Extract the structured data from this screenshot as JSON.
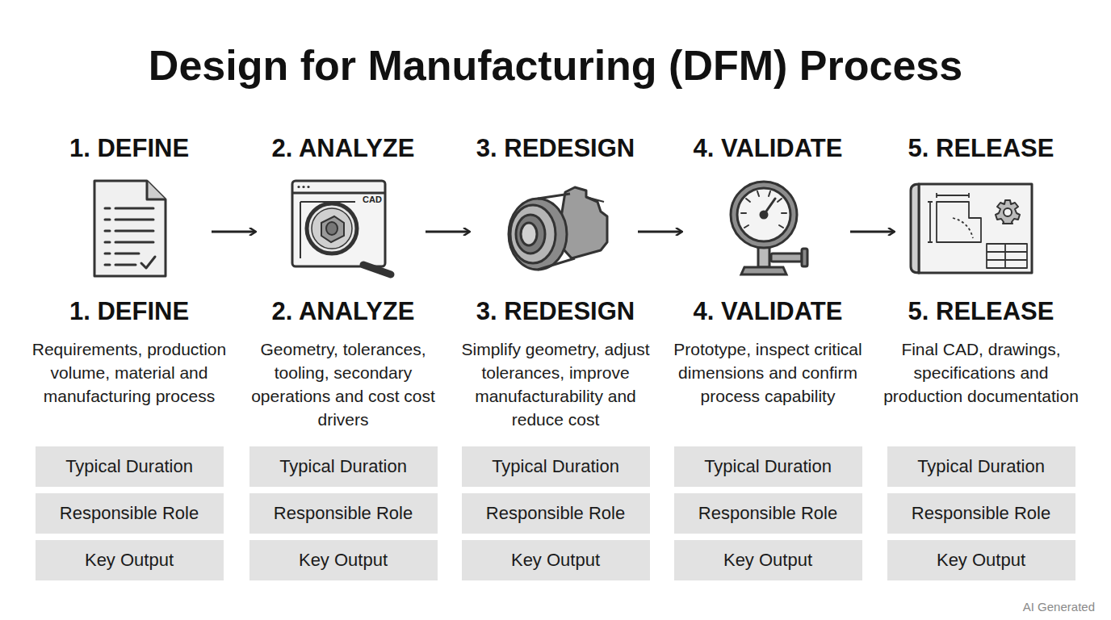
{
  "diagram": {
    "title": "Design for Manufacturing (DFM) Process",
    "nodes": [
      {
        "text": [
          "Typical Duration"
        ]
      },
      {
        "text": [
          "Typical Duration"
        ]
      },
      {
        "text": [
          "Typical Duration"
        ]
      },
      {
        "text": [
          "Typical Duration"
        ]
      },
      {
        "text": [
          "Typical Duration"
        ]
      },
      {
        "text": [
          "Responsible Role"
        ]
      },
      {
        "text": [
          "Responsible Role"
        ]
      },
      {
        "text": [
          "Responsible Role"
        ]
      },
      {
        "text": [
          "Responsible Role"
        ]
      },
      {
        "text": [
          "Responsible Role"
        ]
      },
      {
        "text": [
          "Key Output"
        ]
      },
      {
        "text": [
          "Key Output"
        ]
      },
      {
        "text": [
          "Key Output"
        ]
      },
      {
        "text": [
          "Key Output"
        ]
      },
      {
        "text": [
          "Key Output"
        ]
      }
    ],
    "labels": [
      "1. DEFINE",
      "2. ANALYZE",
      "3. REDESIGN",
      "4. VALIDATE",
      "5. RELEASE",
      "CAD",
      "1. DEFINE",
      "2. ANALYZE",
      "3. REDESIGN",
      "4. VALIDATE",
      "5. RELEASE",
      "Requirements, production volume, material and manufacturing process",
      "Geometry, tolerances, tooling, secondary operations and cost cost drivers",
      "Simplify geometry, adjust tolerances, improve manufacturability and reduce cost",
      "Prototype, inspect critical dimensions and confirm process capability",
      "Final CAD, drawings, specifications and production documentation",
      "AI Generated"
    ]
  }
}
